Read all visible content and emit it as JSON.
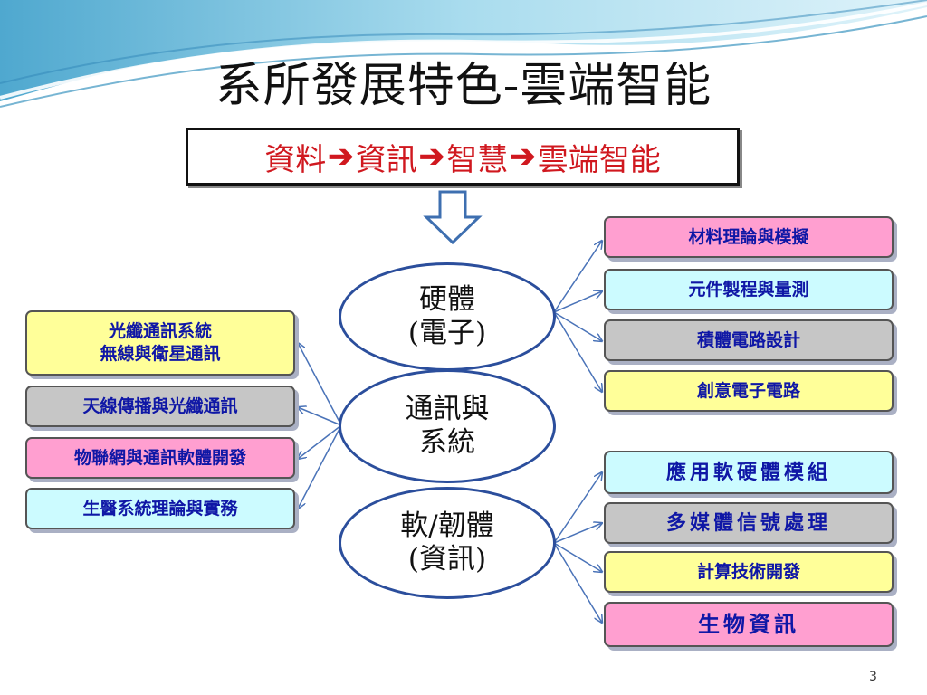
{
  "title": "系所發展特色-雲端智能",
  "flow": {
    "steps": [
      "資料",
      "資訊",
      "智慧",
      "雲端智能"
    ],
    "arrow": "➔"
  },
  "center_nodes": [
    {
      "line1": "硬體",
      "line2": "(電子)"
    },
    {
      "line1": "通訊與",
      "line2": "系統"
    },
    {
      "line1": "軟/韌體",
      "line2": "(資訊)"
    }
  ],
  "hardware_items": [
    "材料理論與模擬",
    "元件製程與量測",
    "積體電路設計",
    "創意電子電路"
  ],
  "comm_items": [
    {
      "line1": "光纖通訊系統",
      "line2": "無線與衛星通訊"
    },
    {
      "line1": "天線傳播與光纖通訊",
      "line2": ""
    },
    {
      "line1": "物聯網與通訊軟體開發",
      "line2": ""
    },
    {
      "line1": "生醫系統理論與實務",
      "line2": ""
    }
  ],
  "software_items": [
    "應用軟硬體模組",
    "多媒體信號處理",
    "計算技術開發",
    "生物資訊"
  ],
  "colors": {
    "pink": "#ff9fd0",
    "cyan": "#ccfbff",
    "gray": "#c6c6c6",
    "yellow": "#ffff99",
    "ellipse_border": "#2b4e9c",
    "flow_text": "#d0181f"
  },
  "page_number": "3"
}
